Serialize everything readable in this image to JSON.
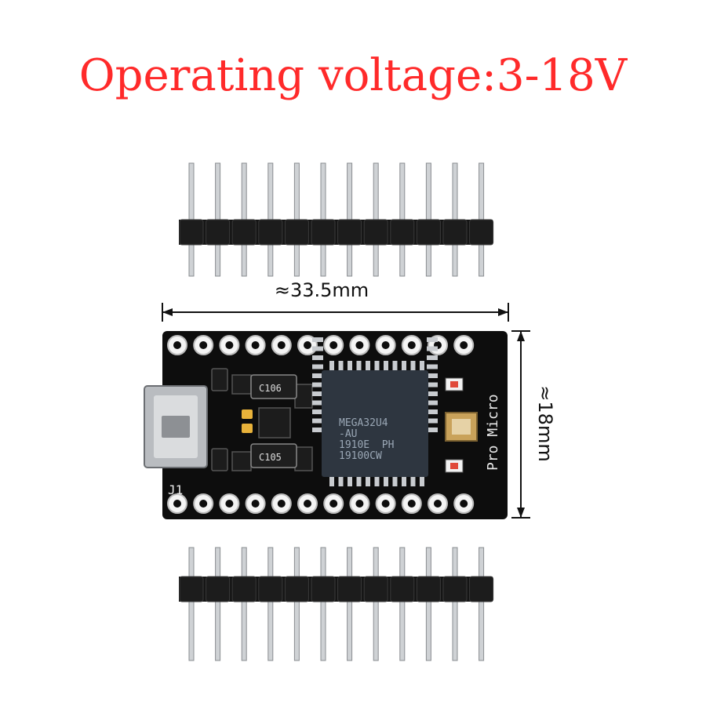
{
  "headline": {
    "text": "Operating voltage:3-18V",
    "color": "#ff2a2a"
  },
  "dimensions": {
    "width_label": "≈33.5mm",
    "height_label": "≈18mm"
  },
  "board": {
    "chip_lines": [
      "MEGA32U4",
      "-AU",
      "1910E  PH",
      "19100CW"
    ],
    "silkscreen_name": "Pro Micro",
    "connector_label": "J1",
    "cap_labels": [
      "C106",
      "C105"
    ],
    "pcb_color": "#0d0d0d",
    "chip_color": "#2e3640"
  },
  "pin_headers": {
    "count": 2,
    "pins_per_header": 12
  }
}
